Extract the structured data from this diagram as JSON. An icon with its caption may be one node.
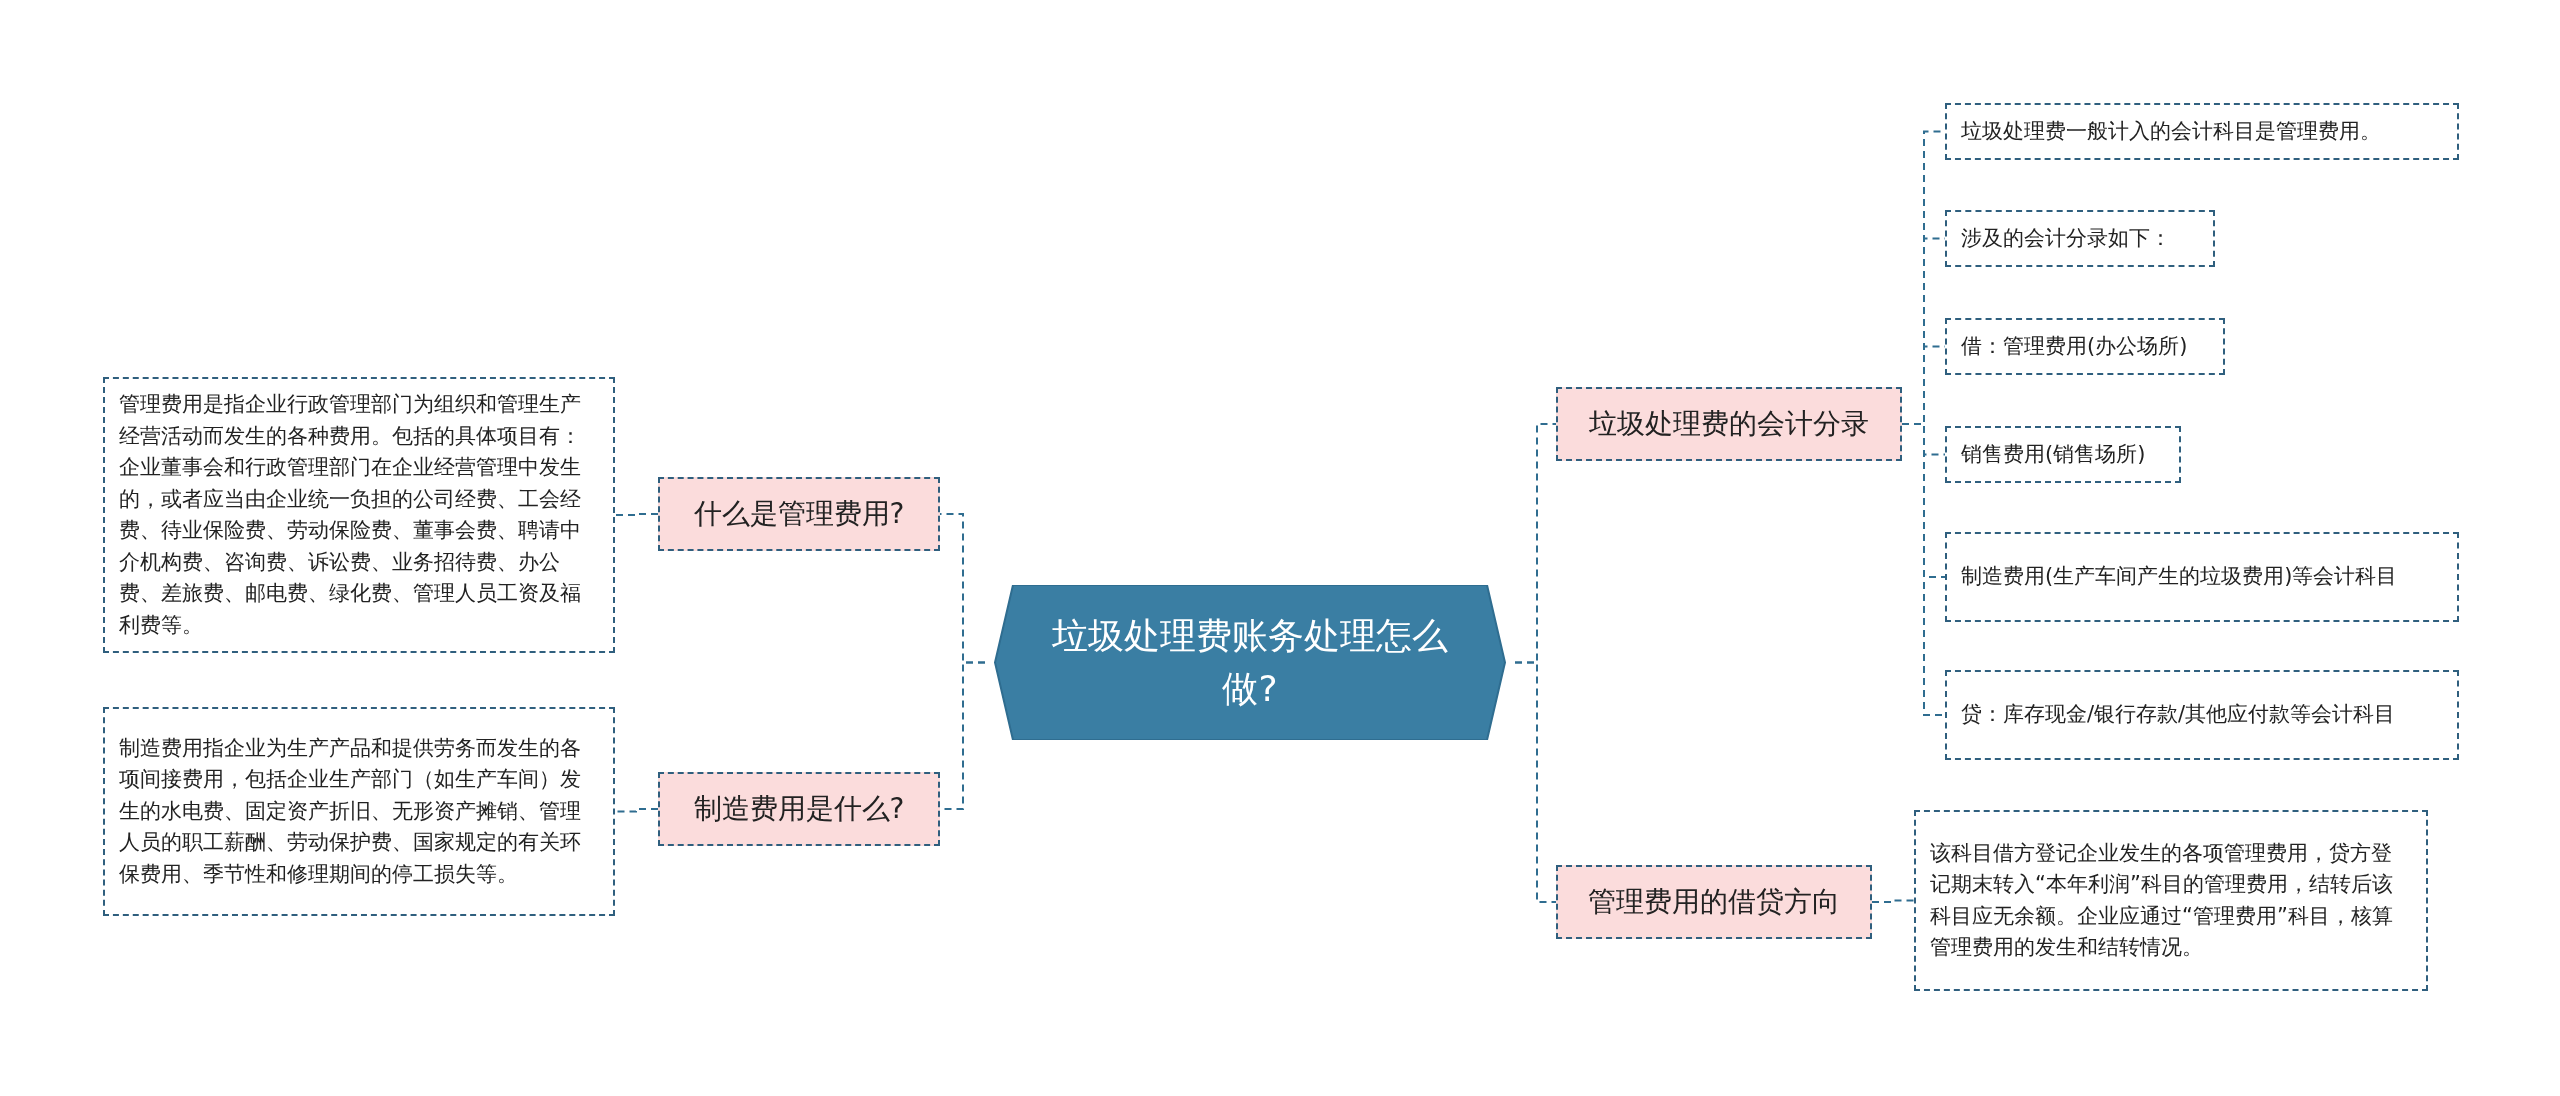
{
  "diagram": {
    "nodes": [
      {
        "text": [
          "垃圾处理费账务处理怎么做?"
        ]
      },
      {
        "text": [
          "什么是管理费用?"
        ]
      },
      {
        "text": [
          "管理费用是指企业行政管理部门为组织和管理生产经营活动而发生的各种费用。包括的具体项目有：企业董事会和行政管理部门在企业经营管理中发生的，或者应当由企业统一负担的公司经费、工会经费、待业保险费、劳动保险费、董事会费、聘请中介机构费、咨询费、诉讼费、业务招待费、办公费、差旅费、邮电费、绿化费、管理人员工资及福利费等。"
        ]
      },
      {
        "text": [
          "制造费用是什么?"
        ]
      },
      {
        "text": [
          "制造费用指企业为生产产品和提供劳务而发生的各项间接费用，包括企业生产部门（如生产车间）发生的水电费、固定资产折旧、无形资产摊销、管理人员的职工薪酬、劳动保护费、国家规定的有关环保费用、季节性和修理期间的停工损失等。"
        ]
      },
      {
        "text": [
          "垃圾处理费的会计分录"
        ]
      },
      {
        "text": [
          "垃圾处理费一般计入的会计科目是管理费用。"
        ]
      },
      {
        "text": [
          "涉及的会计分录如下："
        ]
      },
      {
        "text": [
          "借：管理费用(办公场所)"
        ]
      },
      {
        "text": [
          "销售费用(销售场所)"
        ]
      },
      {
        "text": [
          "制造费用(生产车间产生的垃圾费用)等会计科目"
        ]
      },
      {
        "text": [
          "贷：库存现金/银行存款/其他应付款等会计科目"
        ]
      },
      {
        "text": [
          "管理费用的借贷方向"
        ]
      },
      {
        "text": [
          "该科目借方登记企业发生的各项管理费用，贷方登记期末转入“本年利润”科目的管理费用，结转后该科目应无余额。企业应通过“管理费用”科目，核算管理费用的发生和结转情况。"
        ]
      }
    ],
    "edges": [
      {
        "from": 0,
        "to": 1,
        "arrow": "none"
      },
      {
        "from": 1,
        "to": 2,
        "arrow": "none"
      },
      {
        "from": 0,
        "to": 3,
        "arrow": "none"
      },
      {
        "from": 3,
        "to": 4,
        "arrow": "none"
      },
      {
        "from": 0,
        "to": 5,
        "arrow": "none"
      },
      {
        "from": 5,
        "to": 6,
        "arrow": "none"
      },
      {
        "from": 5,
        "to": 7,
        "arrow": "none"
      },
      {
        "from": 5,
        "to": 8,
        "arrow": "none"
      },
      {
        "from": 5,
        "to": 9,
        "arrow": "none"
      },
      {
        "from": 5,
        "to": 10,
        "arrow": "none"
      },
      {
        "from": 5,
        "to": 11,
        "arrow": "none"
      },
      {
        "from": 0,
        "to": 12,
        "arrow": "none"
      },
      {
        "from": 12,
        "to": 13,
        "arrow": "none"
      }
    ]
  }
}
